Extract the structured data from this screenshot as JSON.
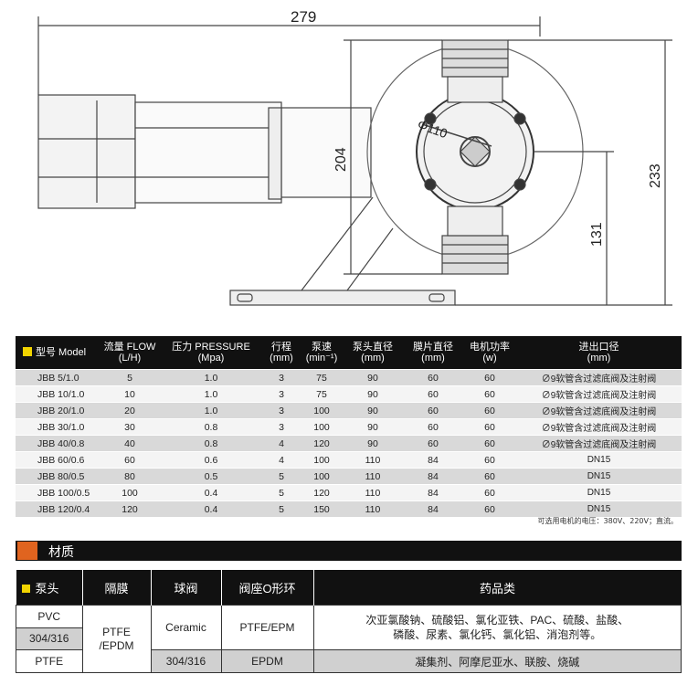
{
  "drawing": {
    "dimensions": [
      "279",
      "204",
      "233",
      "131"
    ],
    "flange_label": "Φ110"
  },
  "spec_table": {
    "headers": [
      [
        "型号 Model",
        ""
      ],
      [
        "流量 FLOW",
        "(L/H)"
      ],
      [
        "压力 PRESSURE",
        "(Mpa)"
      ],
      [
        "行程",
        "(mm)"
      ],
      [
        "泵速",
        "(min⁻¹)"
      ],
      [
        "泵头直径",
        "(mm)"
      ],
      [
        "膜片直径",
        "(mm)"
      ],
      [
        "电机功率",
        "(w)"
      ],
      [
        "进出口径",
        "(mm)"
      ]
    ],
    "rows": [
      [
        "JBB 5/1.0",
        "5",
        "1.0",
        "3",
        "75",
        "90",
        "60",
        "60",
        "∅9软管含过滤底阀及注射阀"
      ],
      [
        "JBB 10/1.0",
        "10",
        "1.0",
        "3",
        "75",
        "90",
        "60",
        "60",
        "∅9软管含过滤底阀及注射阀"
      ],
      [
        "JBB 20/1.0",
        "20",
        "1.0",
        "3",
        "100",
        "90",
        "60",
        "60",
        "∅9软管含过滤底阀及注射阀"
      ],
      [
        "JBB 30/1.0",
        "30",
        "0.8",
        "3",
        "100",
        "90",
        "60",
        "60",
        "∅9软管含过滤底阀及注射阀"
      ],
      [
        "JBB 40/0.8",
        "40",
        "0.8",
        "4",
        "120",
        "90",
        "60",
        "60",
        "∅9软管含过滤底阀及注射阀"
      ],
      [
        "JBB 60/0.6",
        "60",
        "0.6",
        "4",
        "100",
        "110",
        "84",
        "60",
        "DN15"
      ],
      [
        "JBB 80/0.5",
        "80",
        "0.5",
        "5",
        "100",
        "110",
        "84",
        "60",
        "DN15"
      ],
      [
        "JBB 100/0.5",
        "100",
        "0.4",
        "5",
        "120",
        "110",
        "84",
        "60",
        "DN15"
      ],
      [
        "JBB 120/0.4",
        "120",
        "0.4",
        "5",
        "150",
        "110",
        "84",
        "60",
        "DN15"
      ]
    ],
    "note": "可选用电机的电压：380V、220V；直流。"
  },
  "materials": {
    "title": "材质",
    "headers": [
      "泵头",
      "隔膜",
      "球阀",
      "阀座O形环",
      "药品类"
    ],
    "pump_head": [
      "PVC",
      "304/316",
      "PTFE"
    ],
    "diaphragm": "PTFE\n/EPDM",
    "ball_valve_1": "Ceramic",
    "ball_valve_2": "304/316",
    "seat_1": "PTFE/EPM",
    "seat_2": "EPDM",
    "chemicals_1a": "次亚氯酸钠、硫酸铝、氯化亚铁、PAC、硫酸、盐酸、",
    "chemicals_1b": "磷酸、尿素、氯化钙、氯化铝、消泡剂等。",
    "chemicals_2": "凝集剂、阿摩尼亚水、联胺、烧碱"
  },
  "colors": {
    "header_bg": "#111111",
    "marker_yellow": "#f2d400",
    "marker_orange": "#e0641f"
  }
}
